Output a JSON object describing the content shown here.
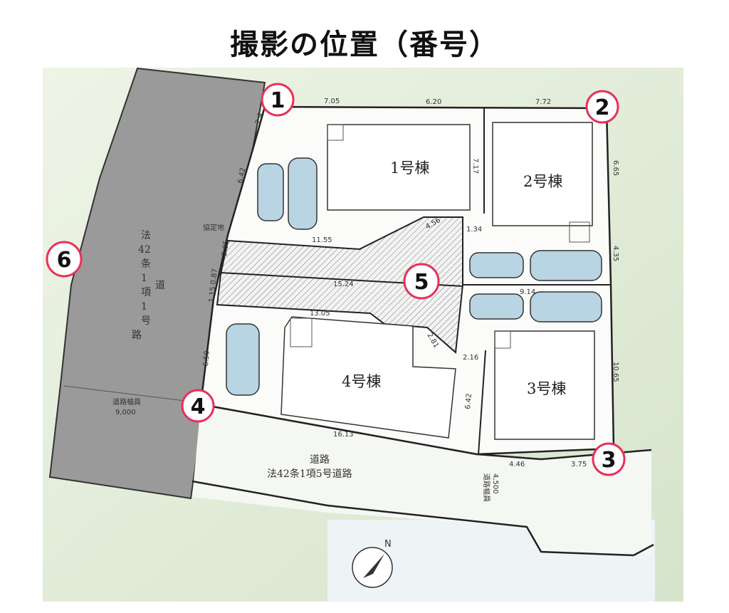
{
  "title": "撮影の位置（番号）",
  "buildings": [
    "1号棟",
    "2号棟",
    "3号棟",
    "4号棟"
  ],
  "west_road": {
    "lines": [
      "法",
      "42",
      "条",
      "1",
      "項",
      "1",
      "号",
      "道",
      "路"
    ],
    "width_label": "道路幅員",
    "width_value": "9,000"
  },
  "south_road": {
    "line1": "道路",
    "line2": "法42条1項5号道路",
    "width_label": "道路幅員",
    "width_value": "4,500"
  },
  "kyoteichi": "協定地",
  "dimensions": {
    "top_1": "7.05",
    "top_2": "6.20",
    "top_3": "7.72",
    "east_1": "6.65",
    "east_2": "4.35",
    "east_3": "10.65",
    "mid_1": "7.17",
    "mid_2": "1.34",
    "mid_3": "4.56",
    "lane_1": "11.55",
    "lane_2": "15.24",
    "lane_3": "13.05",
    "lane_4": "9.14",
    "lane_5": "2.81",
    "lane_6": "2.16",
    "west_1": "2.4",
    "west_2": "6.42",
    "west_3": "2.05",
    "west_4": "1.15 0.87",
    "west_5": "6.50",
    "south_1": "16.13",
    "south_2": "4.46",
    "south_3": "3.75",
    "south_4": "6.42"
  },
  "compass": "N",
  "points": [
    "1",
    "2",
    "3",
    "4",
    "5",
    "6"
  ],
  "colors": {
    "marker_ring": "#e8315a",
    "road_gray": "#9a9a9a",
    "land_green": "#dfe9d6"
  }
}
